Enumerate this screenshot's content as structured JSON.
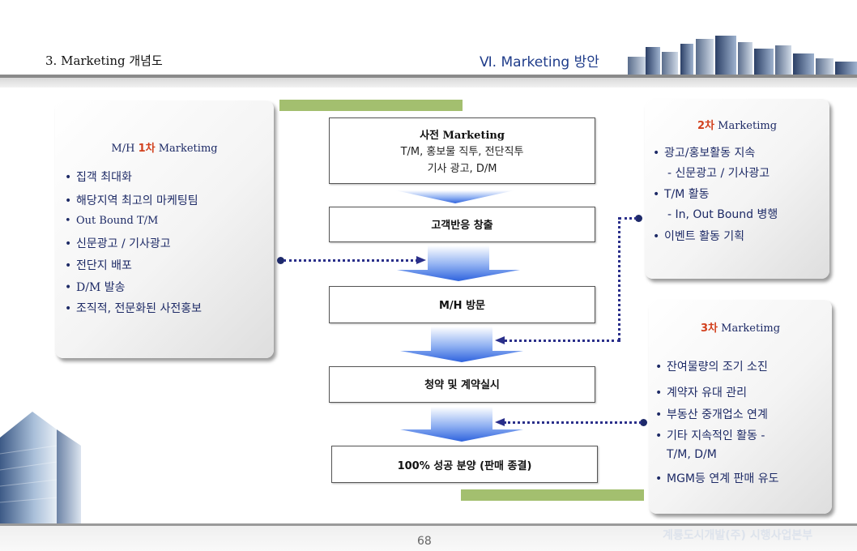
{
  "header": {
    "section_title": "3. Marketing 개념도",
    "chapter_title": "Ⅵ. Marketing 방안"
  },
  "panel1": {
    "title_prefix": "M/H ",
    "title_highlight": "1차",
    "title_suffix": " Marketimg",
    "items": [
      "집객 최대화",
      "해당지역 최고의 마케팅팀",
      "Out Bound T/M",
      "신문광고 / 기사광고",
      "전단지 배포",
      "D/M 발송",
      "조직적, 전문화된 사전홍보"
    ]
  },
  "panel2": {
    "title_highlight": "2차",
    "title_suffix": " Marketimg",
    "items": [
      {
        "bullet": "•",
        "text": "광고/홍보활동 지속"
      },
      {
        "bullet": "",
        "text": "- 신문광고 / 기사광고"
      },
      {
        "bullet": "•",
        "text": "T/M 활동"
      },
      {
        "bullet": "",
        "text": "- In, Out Bound 병행"
      },
      {
        "bullet": "•",
        "text": "이벤트 활동 기획"
      }
    ]
  },
  "panel3": {
    "title_highlight": "3차",
    "title_suffix": " Marketimg",
    "items": [
      {
        "bullet": "•",
        "text": "잔여물량의 조기 소진"
      },
      {
        "bullet": "•",
        "text": "계약자 유대 관리"
      },
      {
        "bullet": "•",
        "text": "부동산 중개업소 연계"
      },
      {
        "bullet": "•",
        "text": "기타 지속적인 활동 -"
      },
      {
        "bullet": "",
        "text": "T/M, D/M"
      },
      {
        "bullet": "•",
        "text": "MGM등 연계 판매 유도"
      }
    ]
  },
  "flow": {
    "step1_title": "사전 Marketing",
    "step1_line2": "T/M, 홍보물 직투, 전단직투",
    "step1_line3": "기사 광고, D/M",
    "step2": "고객반응 창출",
    "step3": "M/H 방문",
    "step4": "청약 및 계약실시",
    "step5": "100% 성공 분양 (판매 종결)"
  },
  "footer": {
    "page_number": "68",
    "company": "계룡도시개발(주) 시행사업본부"
  },
  "colors": {
    "navy_text": "#1d2a66",
    "highlight": "#d2401d",
    "accent_green": "#a3bf6f",
    "arrow_blue": "#3b6fe0"
  }
}
